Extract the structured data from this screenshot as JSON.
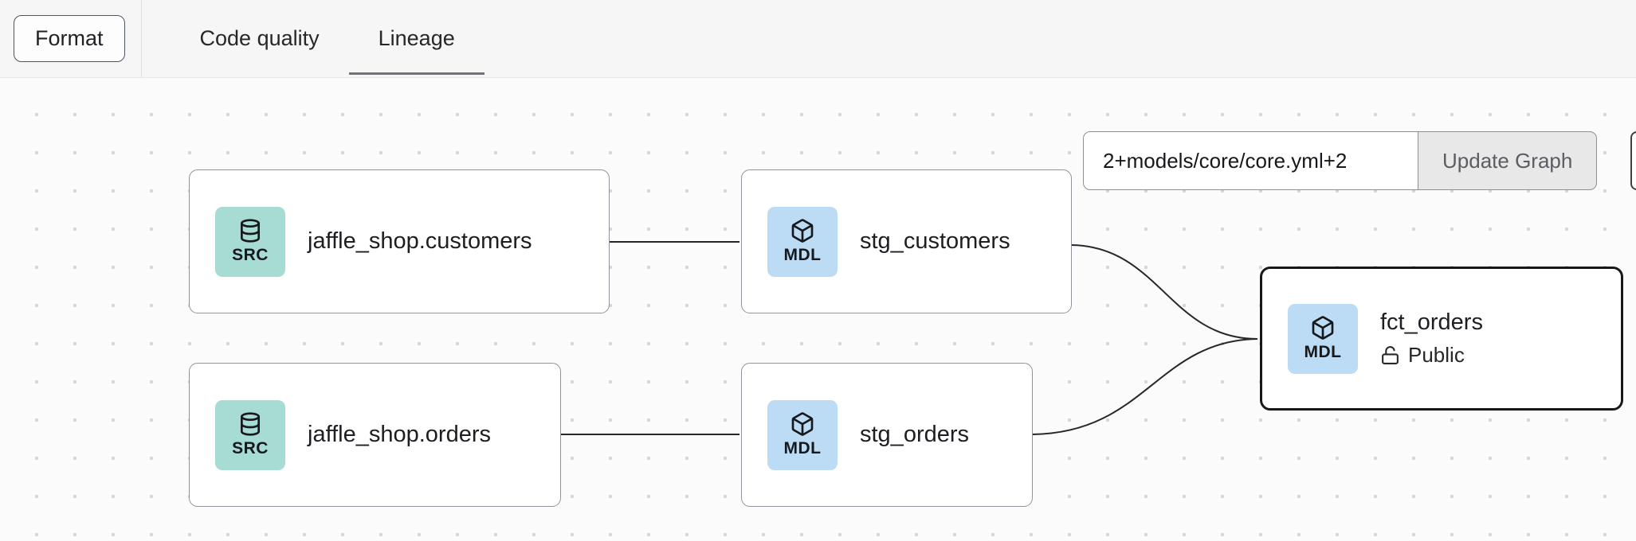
{
  "header": {
    "format_button": "Format",
    "tabs": [
      {
        "label": "Code quality",
        "active": false
      },
      {
        "label": "Lineage",
        "active": true
      }
    ]
  },
  "graph_controls": {
    "selector_value": "2+models/core/core.yml+2",
    "update_button": "Update Graph"
  },
  "nodes": [
    {
      "label": "jaffle_shop.customers",
      "type_label": "SRC",
      "kind": "source",
      "selected": false
    },
    {
      "label": "stg_customers",
      "type_label": "MDL",
      "kind": "model",
      "selected": false
    },
    {
      "label": "jaffle_shop.orders",
      "type_label": "SRC",
      "kind": "source",
      "selected": false
    },
    {
      "label": "stg_orders",
      "type_label": "MDL",
      "kind": "model",
      "selected": false
    },
    {
      "label": "fct_orders",
      "type_label": "MDL",
      "kind": "model",
      "access_badge": "Public",
      "selected": true
    }
  ],
  "edges": [
    {
      "from": "jaffle_shop.customers",
      "to": "stg_customers"
    },
    {
      "from": "jaffle_shop.orders",
      "to": "stg_orders"
    },
    {
      "from": "stg_customers",
      "to": "fct_orders"
    },
    {
      "from": "stg_orders",
      "to": "fct_orders"
    }
  ],
  "colors": {
    "source_icon_bg": "#a6dcd3",
    "model_icon_bg": "#bcdcf5",
    "tab_underline": "#71717a",
    "edge": "#26272b"
  }
}
